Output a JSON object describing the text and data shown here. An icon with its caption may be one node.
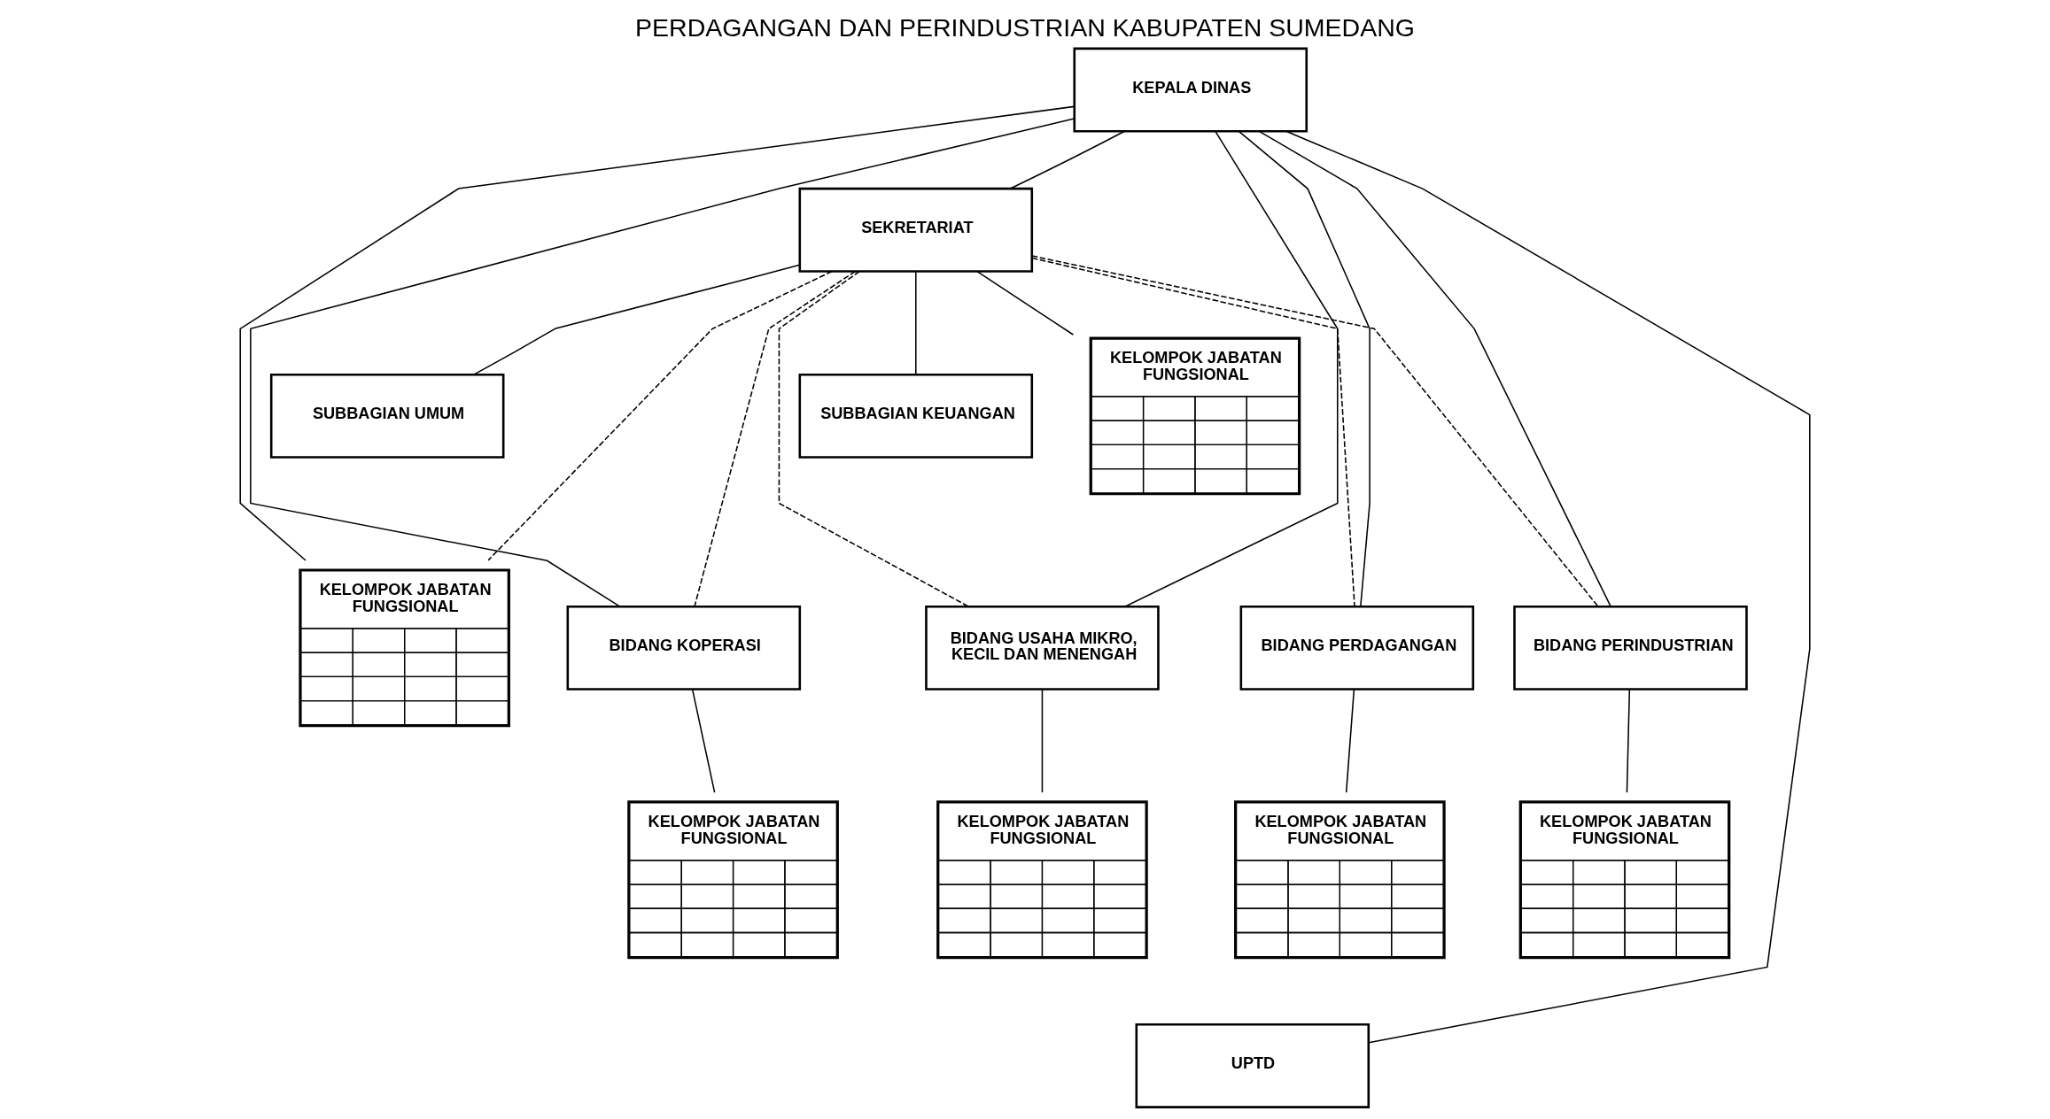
{
  "diagram": {
    "title": "PERDAGANGAN DAN PERINDUSTRIAN KABUPATEN SUMEDANG",
    "nodes": [
      {
        "text": [
          "KEPALA DINAS"
        ]
      },
      {
        "text": [
          "SEKRETARIAT"
        ]
      },
      {
        "text": [
          "SUBBAGIAN UMUM"
        ]
      },
      {
        "text": [
          "SUBBAGIAN KEUANGAN"
        ]
      },
      {
        "text": [
          "KELOMPOK JABATAN FUNGSIONAL"
        ]
      },
      {
        "text": [
          "KELOMPOK JABATAN FUNGSIONAL"
        ]
      },
      {
        "text": [
          "BIDANG KOPERASI"
        ]
      },
      {
        "text": [
          "BIDANG USAHA MIKRO, KECIL DAN MENENGAH"
        ]
      },
      {
        "text": [
          "BIDANG PERDAGANGAN"
        ]
      },
      {
        "text": [
          "BIDANG PERINDUSTRIAN"
        ]
      },
      {
        "text": [
          "KELOMPOK JABATAN FUNGSIONAL"
        ]
      },
      {
        "text": [
          "KELOMPOK JABATAN FUNGSIONAL"
        ]
      },
      {
        "text": [
          "KELOMPOK JABATAN FUNGSIONAL"
        ]
      },
      {
        "text": [
          "KELOMPOK JABATAN FUNGSIONAL"
        ]
      },
      {
        "text": [
          "UPTD"
        ]
      }
    ],
    "edges": [
      {
        "from": 0,
        "to": 1,
        "arrow": "none"
      },
      {
        "from": 1,
        "to": 2,
        "arrow": "none"
      },
      {
        "from": 1,
        "to": 3,
        "arrow": "none"
      },
      {
        "from": 1,
        "to": 5,
        "arrow": "none"
      },
      {
        "from": 0,
        "to": 4,
        "arrow": "none"
      },
      {
        "from": 0,
        "to": 6,
        "arrow": "none"
      },
      {
        "from": 0,
        "to": 7,
        "arrow": "none"
      },
      {
        "from": 0,
        "to": 8,
        "arrow": "none"
      },
      {
        "from": 0,
        "to": 9,
        "arrow": "none"
      },
      {
        "from": 1,
        "to": 4,
        "arrow": "none",
        "style": "dashed"
      },
      {
        "from": 1,
        "to": 6,
        "arrow": "none",
        "style": "dashed"
      },
      {
        "from": 1,
        "to": 7,
        "arrow": "none",
        "style": "dashed"
      },
      {
        "from": 1,
        "to": 8,
        "arrow": "none",
        "style": "dashed"
      },
      {
        "from": 1,
        "to": 9,
        "arrow": "none",
        "style": "dashed"
      },
      {
        "from": 6,
        "to": 10,
        "arrow": "none"
      },
      {
        "from": 7,
        "to": 11,
        "arrow": "none"
      },
      {
        "from": 8,
        "to": 12,
        "arrow": "none"
      },
      {
        "from": 9,
        "to": 13,
        "arrow": "none"
      },
      {
        "from": 0,
        "to": 14,
        "arrow": "none"
      }
    ]
  }
}
